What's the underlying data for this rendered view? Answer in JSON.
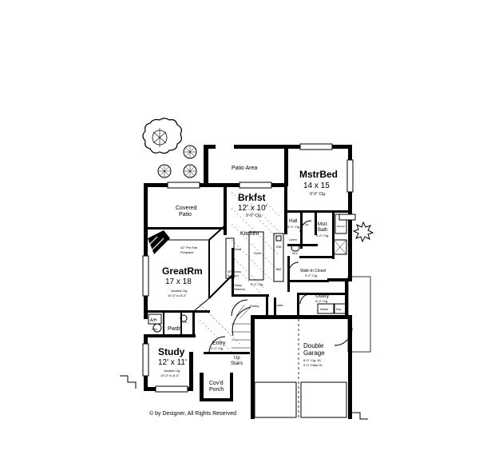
{
  "plan": {
    "rooms": {
      "patio_area": {
        "name": "Patio Area"
      },
      "mstr_bed": {
        "name": "MstrBed",
        "size": "14 x 15",
        "ceiling": "9'-0\" Clg."
      },
      "brkfst": {
        "name": "Brkfst",
        "size": "12' x 10'",
        "ceiling": "9'-0\" Clg."
      },
      "covered_patio": {
        "name_line1": "Covered",
        "name_line2": "Patio"
      },
      "hall": {
        "name": "Hall",
        "ceiling": "9'-0\" Clg."
      },
      "mstr_bath": {
        "name_line1": "Mstr.",
        "name_line2": "Bath",
        "ceiling": "9'-0\" Clg."
      },
      "kitchen": {
        "name": "Kitchen",
        "ceiling": "9'-0\" Clg."
      },
      "great_rm": {
        "name": "GreatRm",
        "size": "17 x 18",
        "ceiling_line1": "Vaulted Clg.",
        "ceiling_line2": "10'-0\" to 8'-0\""
      },
      "walk_in_closet": {
        "name": "Walk-In Closet",
        "ceiling": "9'-0\" Clg."
      },
      "utility": {
        "name": "Utility",
        "ceiling": "9'-0\" Clg."
      },
      "pwdr": {
        "name": "Pwdr."
      },
      "study": {
        "name": "Study",
        "size": "12' x 11'",
        "ceiling_line1": "Vaulted Clg.",
        "ceiling_line2": "10'-0\" to 8'-0\""
      },
      "entry": {
        "name": "Entry",
        "ceiling": "9'-0\" Clg."
      },
      "double_garage": {
        "name_line1": "Double",
        "name_line2": "Garage",
        "ceiling_line1": "8'-0\" Clg. W/",
        "ceiling_line2": "9'-0\" Plate Ht."
      },
      "covd_porch": {
        "name_line1": "Cov'd",
        "name_line2": "Porch"
      },
      "pantry": {
        "name": "Pantry"
      }
    },
    "fixtures": {
      "fireplace_line1": "42\" Pre-Fab",
      "fireplace_line2": "Fireplace",
      "desk": "Desk",
      "oven": "Oven",
      "dw": "DW",
      "ref": "Ref",
      "tv_line1": "30\" Oven",
      "tv_line2": "& Micro.",
      "glass_line1": "Glass",
      "glass_line2": "Shelves",
      "closet_clo": "Clo.",
      "linen": "Linen",
      "wc": "W.C.",
      "shower": "Shower",
      "wash": "Wash",
      "dry": "Dry",
      "coats": "Coats",
      "ah": "A/H",
      "wh": "WH",
      "lin": "Lin.",
      "up_line1": "Up",
      "up_line2": "Stairs"
    },
    "copyright": "© by Designer, All Rights Reserved"
  }
}
